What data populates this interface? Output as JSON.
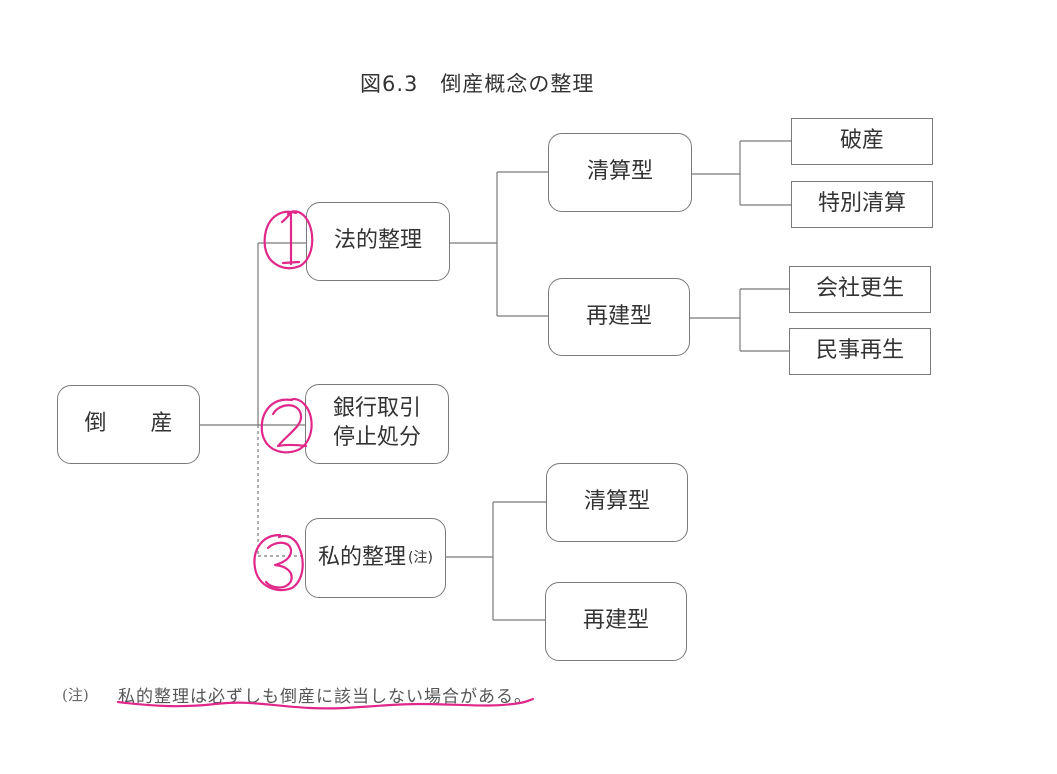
{
  "title": "図6.3　倒産概念の整理",
  "root": "倒　　産",
  "level1": {
    "legal": "法的整理",
    "bank_line1": "銀行取引",
    "bank_line2": "停止処分",
    "private": "私的整理",
    "private_suffix": "(注)"
  },
  "level2": {
    "legal_liquidation": "清算型",
    "legal_rehab": "再建型",
    "private_liquidation": "清算型",
    "private_rehab": "再建型"
  },
  "level3": {
    "bankruptcy": "破産",
    "special_liquidation": "特別清算",
    "corporate_reorg": "会社更生",
    "civil_rehab": "民事再生"
  },
  "note": {
    "mark": "(注)",
    "text": "私的整理は必ずしも倒産に該当しない場合がある。"
  },
  "annotations": {
    "numbers": [
      "1",
      "2",
      "3"
    ],
    "color": "#e0288a"
  }
}
